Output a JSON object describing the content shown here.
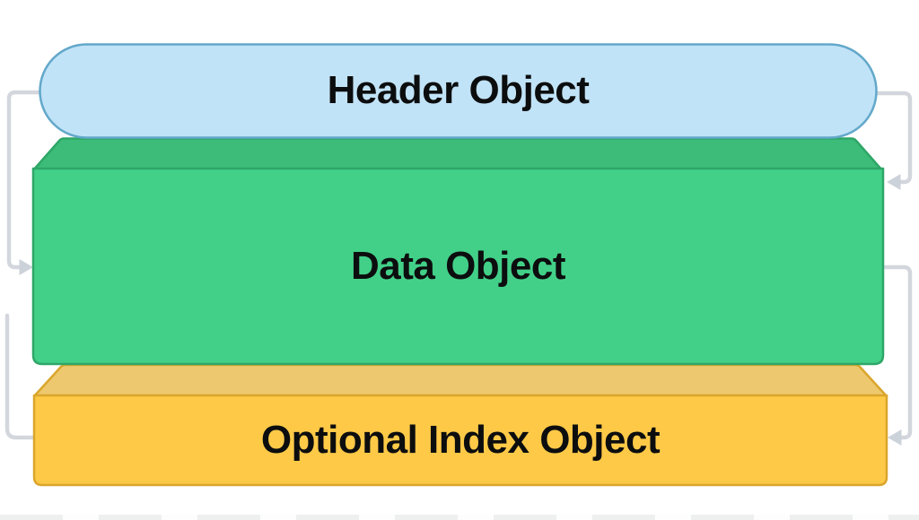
{
  "diagram": {
    "blocks": [
      {
        "id": "header-object",
        "label": "Header Object",
        "shape": "pill",
        "colors": {
          "fill": "#c1e3f7",
          "border": "#63a8ca"
        }
      },
      {
        "id": "data-object",
        "label": "Data Object",
        "shape": "box3d",
        "colors": {
          "front": "#42d088",
          "top": "#3cbb79",
          "border": "#2ea667"
        }
      },
      {
        "id": "optional-index-object",
        "label": "Optional Index Object",
        "shape": "box3d",
        "colors": {
          "front": "#fdc947",
          "top": "#eec86e",
          "border": "#daa62c"
        }
      }
    ],
    "connectors": {
      "color": "#d3d7dd",
      "arrow_color": "#ccd2d9",
      "links": [
        {
          "from": "header-object",
          "to": "data-object",
          "side": "left",
          "arrow": "right"
        },
        {
          "from": "header-object",
          "to": "data-object",
          "side": "right",
          "arrow": "left"
        },
        {
          "from": "data-object",
          "to": "optional-index-object",
          "side": "left",
          "arrow": "none"
        },
        {
          "from": "data-object",
          "to": "optional-index-object",
          "side": "right",
          "arrow": "left"
        }
      ]
    },
    "text_color": "#0c0d0e",
    "background": "#ffffff"
  }
}
